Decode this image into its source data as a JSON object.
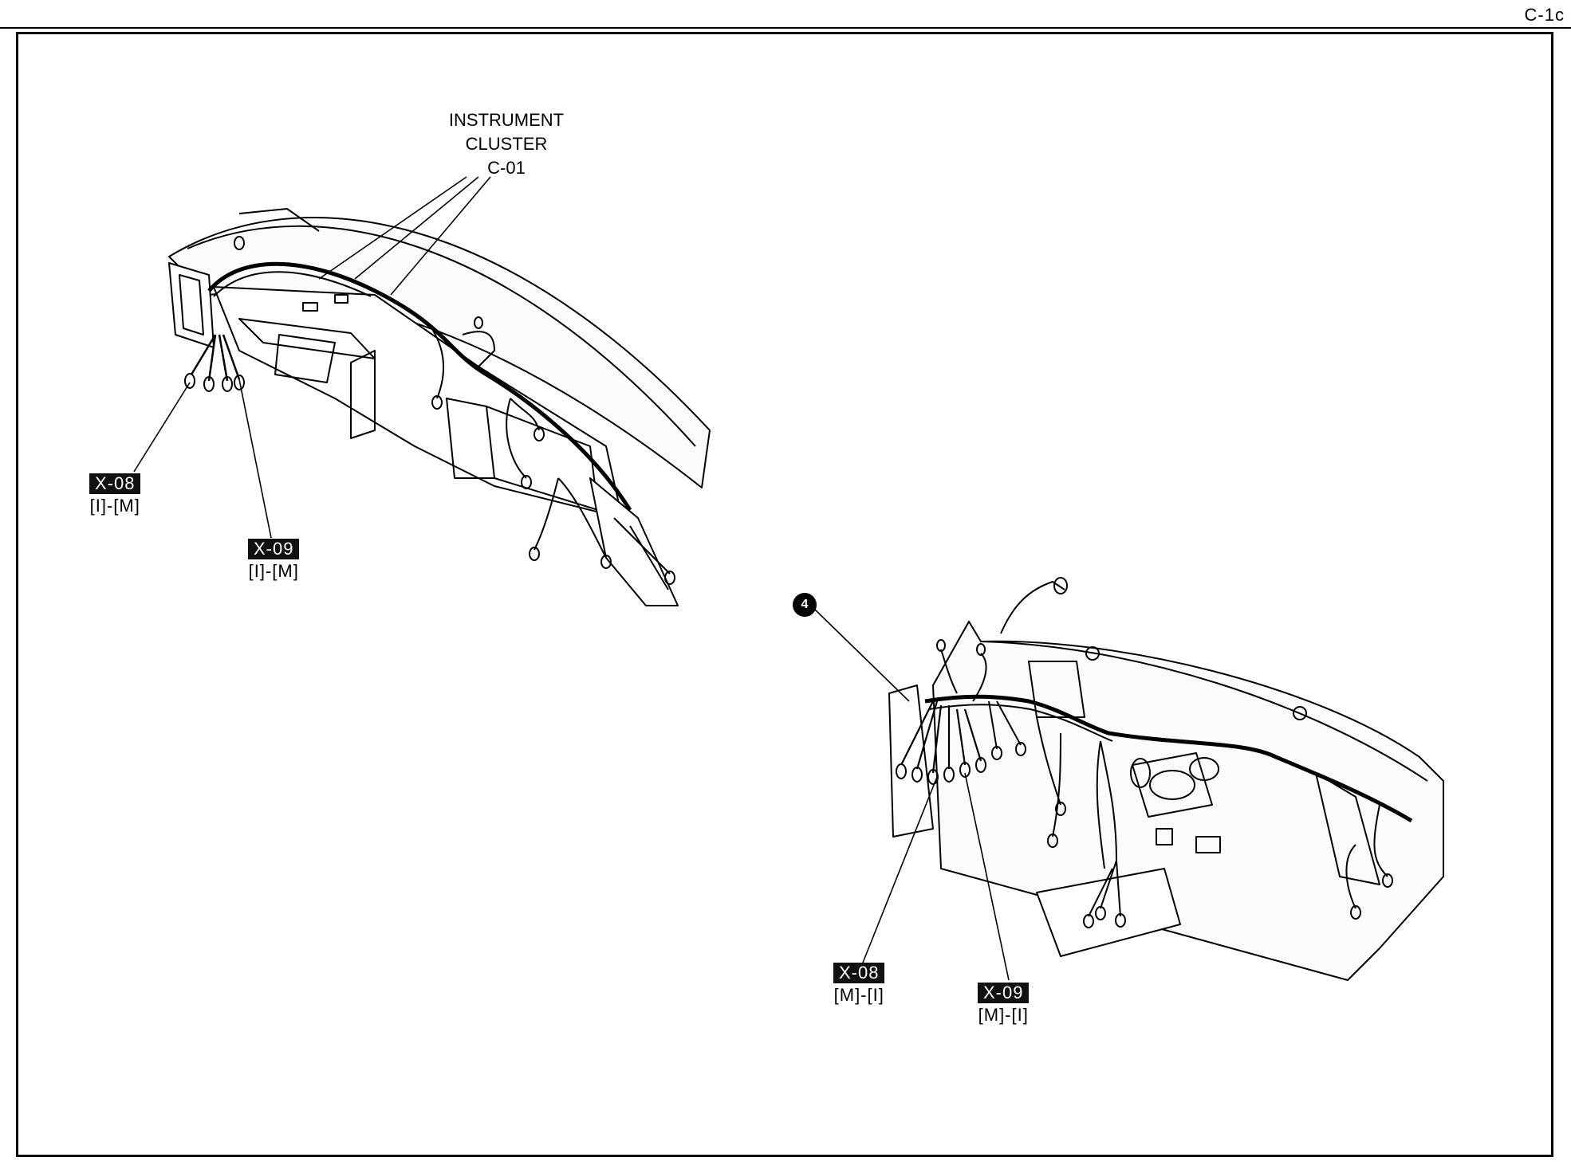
{
  "page": {
    "code": "C-1c"
  },
  "upper_view": {
    "instrument_cluster": {
      "line1": "INSTRUMENT",
      "line2": "CLUSTER",
      "code": "C-01"
    },
    "connectors": [
      {
        "code": "X-08",
        "mating": "[I]-[M]"
      },
      {
        "code": "X-09",
        "mating": "[I]-[M]"
      }
    ]
  },
  "lower_view": {
    "marker": "4",
    "connectors": [
      {
        "code": "X-08",
        "mating": "[M]-[I]"
      },
      {
        "code": "X-09",
        "mating": "[M]-[I]"
      }
    ]
  }
}
